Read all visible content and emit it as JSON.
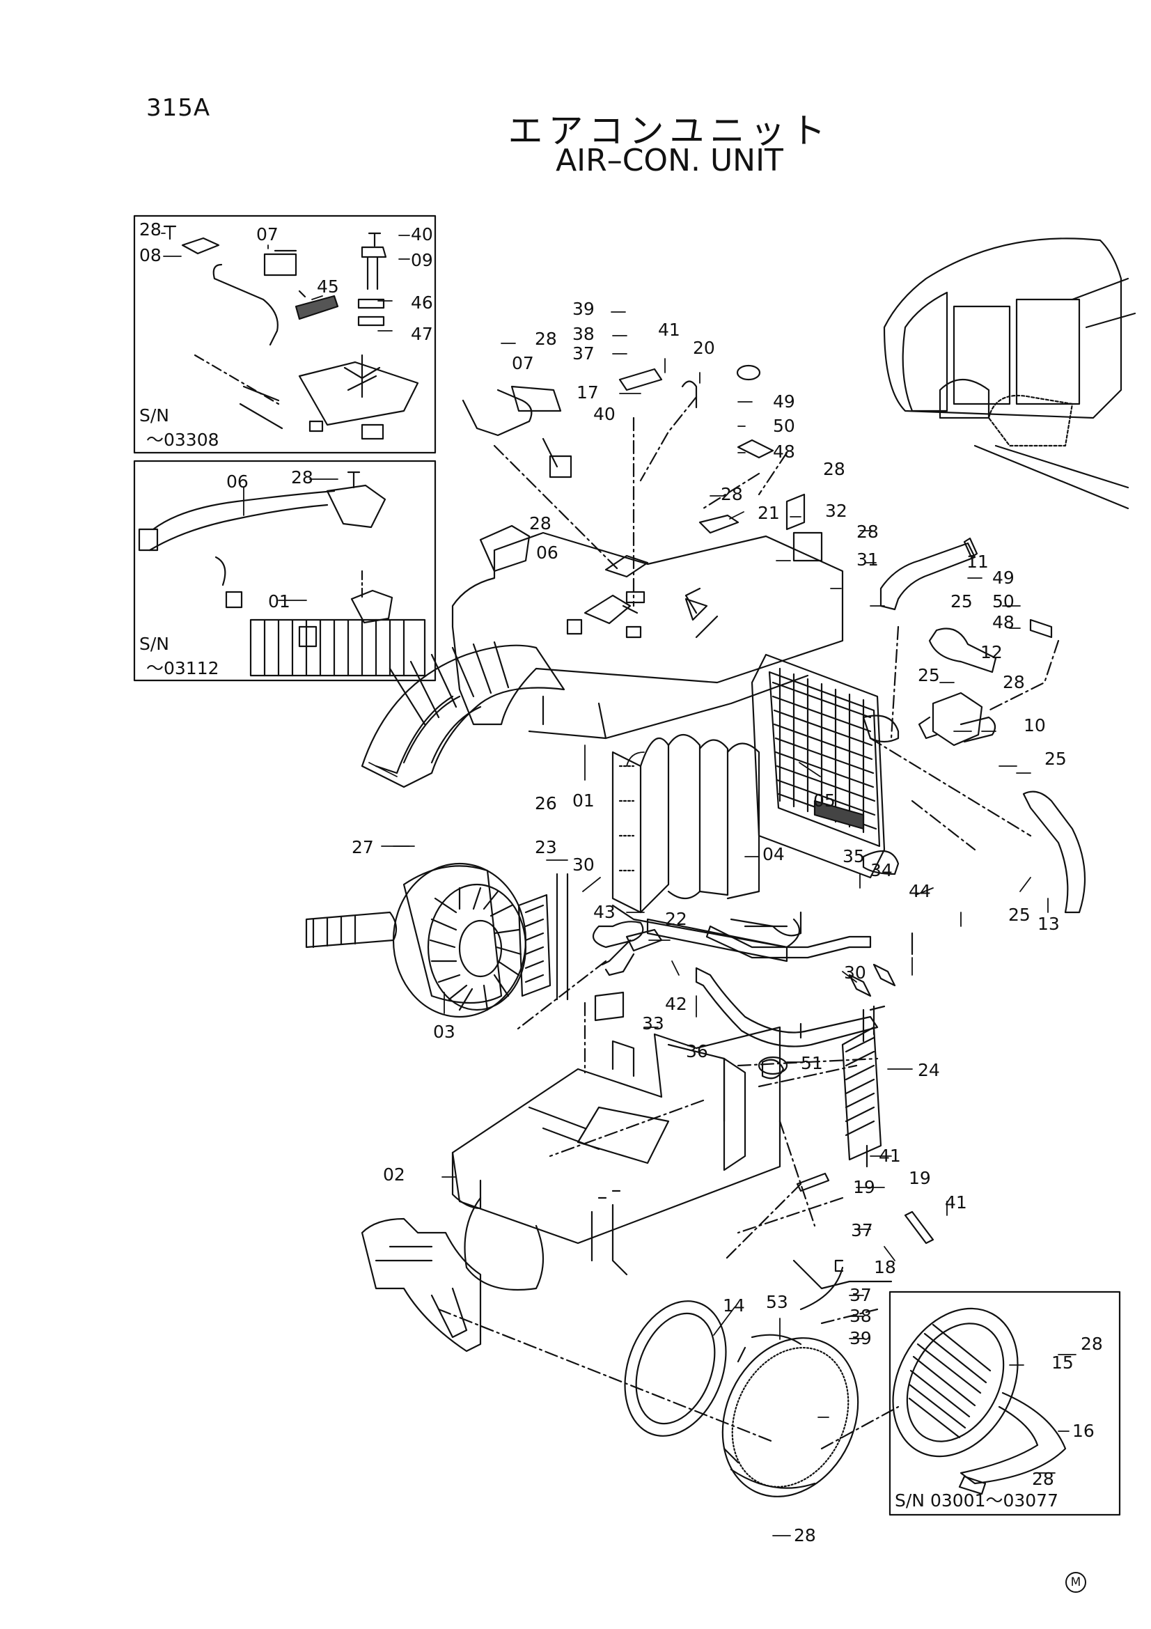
{
  "header": {
    "page_code": "315A",
    "title_jp": "エアコンユニット",
    "title_en": "AIR–CON. UNIT"
  },
  "insets": [
    {
      "sn_label": "S/N",
      "sn_range": "～03308"
    },
    {
      "sn_label": "S/N",
      "sn_range": "～03112"
    },
    {
      "sn_range": "S/N  03001～03077"
    }
  ],
  "callouts": {
    "c28a": "28",
    "c08": "08",
    "c07a": "07",
    "c40a": "40",
    "c09": "09",
    "c45": "45",
    "c46": "46",
    "c47": "47",
    "c06a": "06",
    "c28b": "28",
    "c01a": "01",
    "c39a": "39",
    "c38a": "38",
    "c37a": "37",
    "c41a": "41",
    "c20": "20",
    "c17": "17",
    "c28c": "28",
    "c07b": "07",
    "c40b": "40",
    "c49a": "49",
    "c50a": "50",
    "c48a": "48",
    "c28d": "28",
    "c28e": "28",
    "c21": "21",
    "c32": "32",
    "c28f": "28",
    "c06b": "06",
    "c28g": "28",
    "c31": "31",
    "c11": "11",
    "c49b": "49",
    "c50b": "50",
    "c48b": "48",
    "c25a": "25",
    "c12": "12",
    "c25b": "25",
    "c28h": "28",
    "c10": "10",
    "c25c": "25",
    "c26": "26",
    "c01b": "01",
    "c05": "05",
    "c25d": "25",
    "c13": "13",
    "c27": "27",
    "c23": "23",
    "c30a": "30",
    "c04": "04",
    "c35": "35",
    "c34": "34",
    "c44": "44",
    "c43": "43",
    "c22": "22",
    "c03": "03",
    "c42": "42",
    "c33": "33",
    "c30b": "30",
    "c36": "36",
    "c51": "51",
    "c24": "24",
    "c02": "02",
    "c41b": "41",
    "c19a": "19",
    "c19b": "19",
    "c41c": "41",
    "c37b": "37",
    "c18": "18",
    "c37c": "37",
    "c38b": "38",
    "c39b": "39",
    "c14": "14",
    "c53": "53",
    "c28i": "28",
    "c15": "15",
    "c16": "16",
    "c28j": "28",
    "c28k": "28"
  },
  "footer": {
    "mark": "M"
  }
}
